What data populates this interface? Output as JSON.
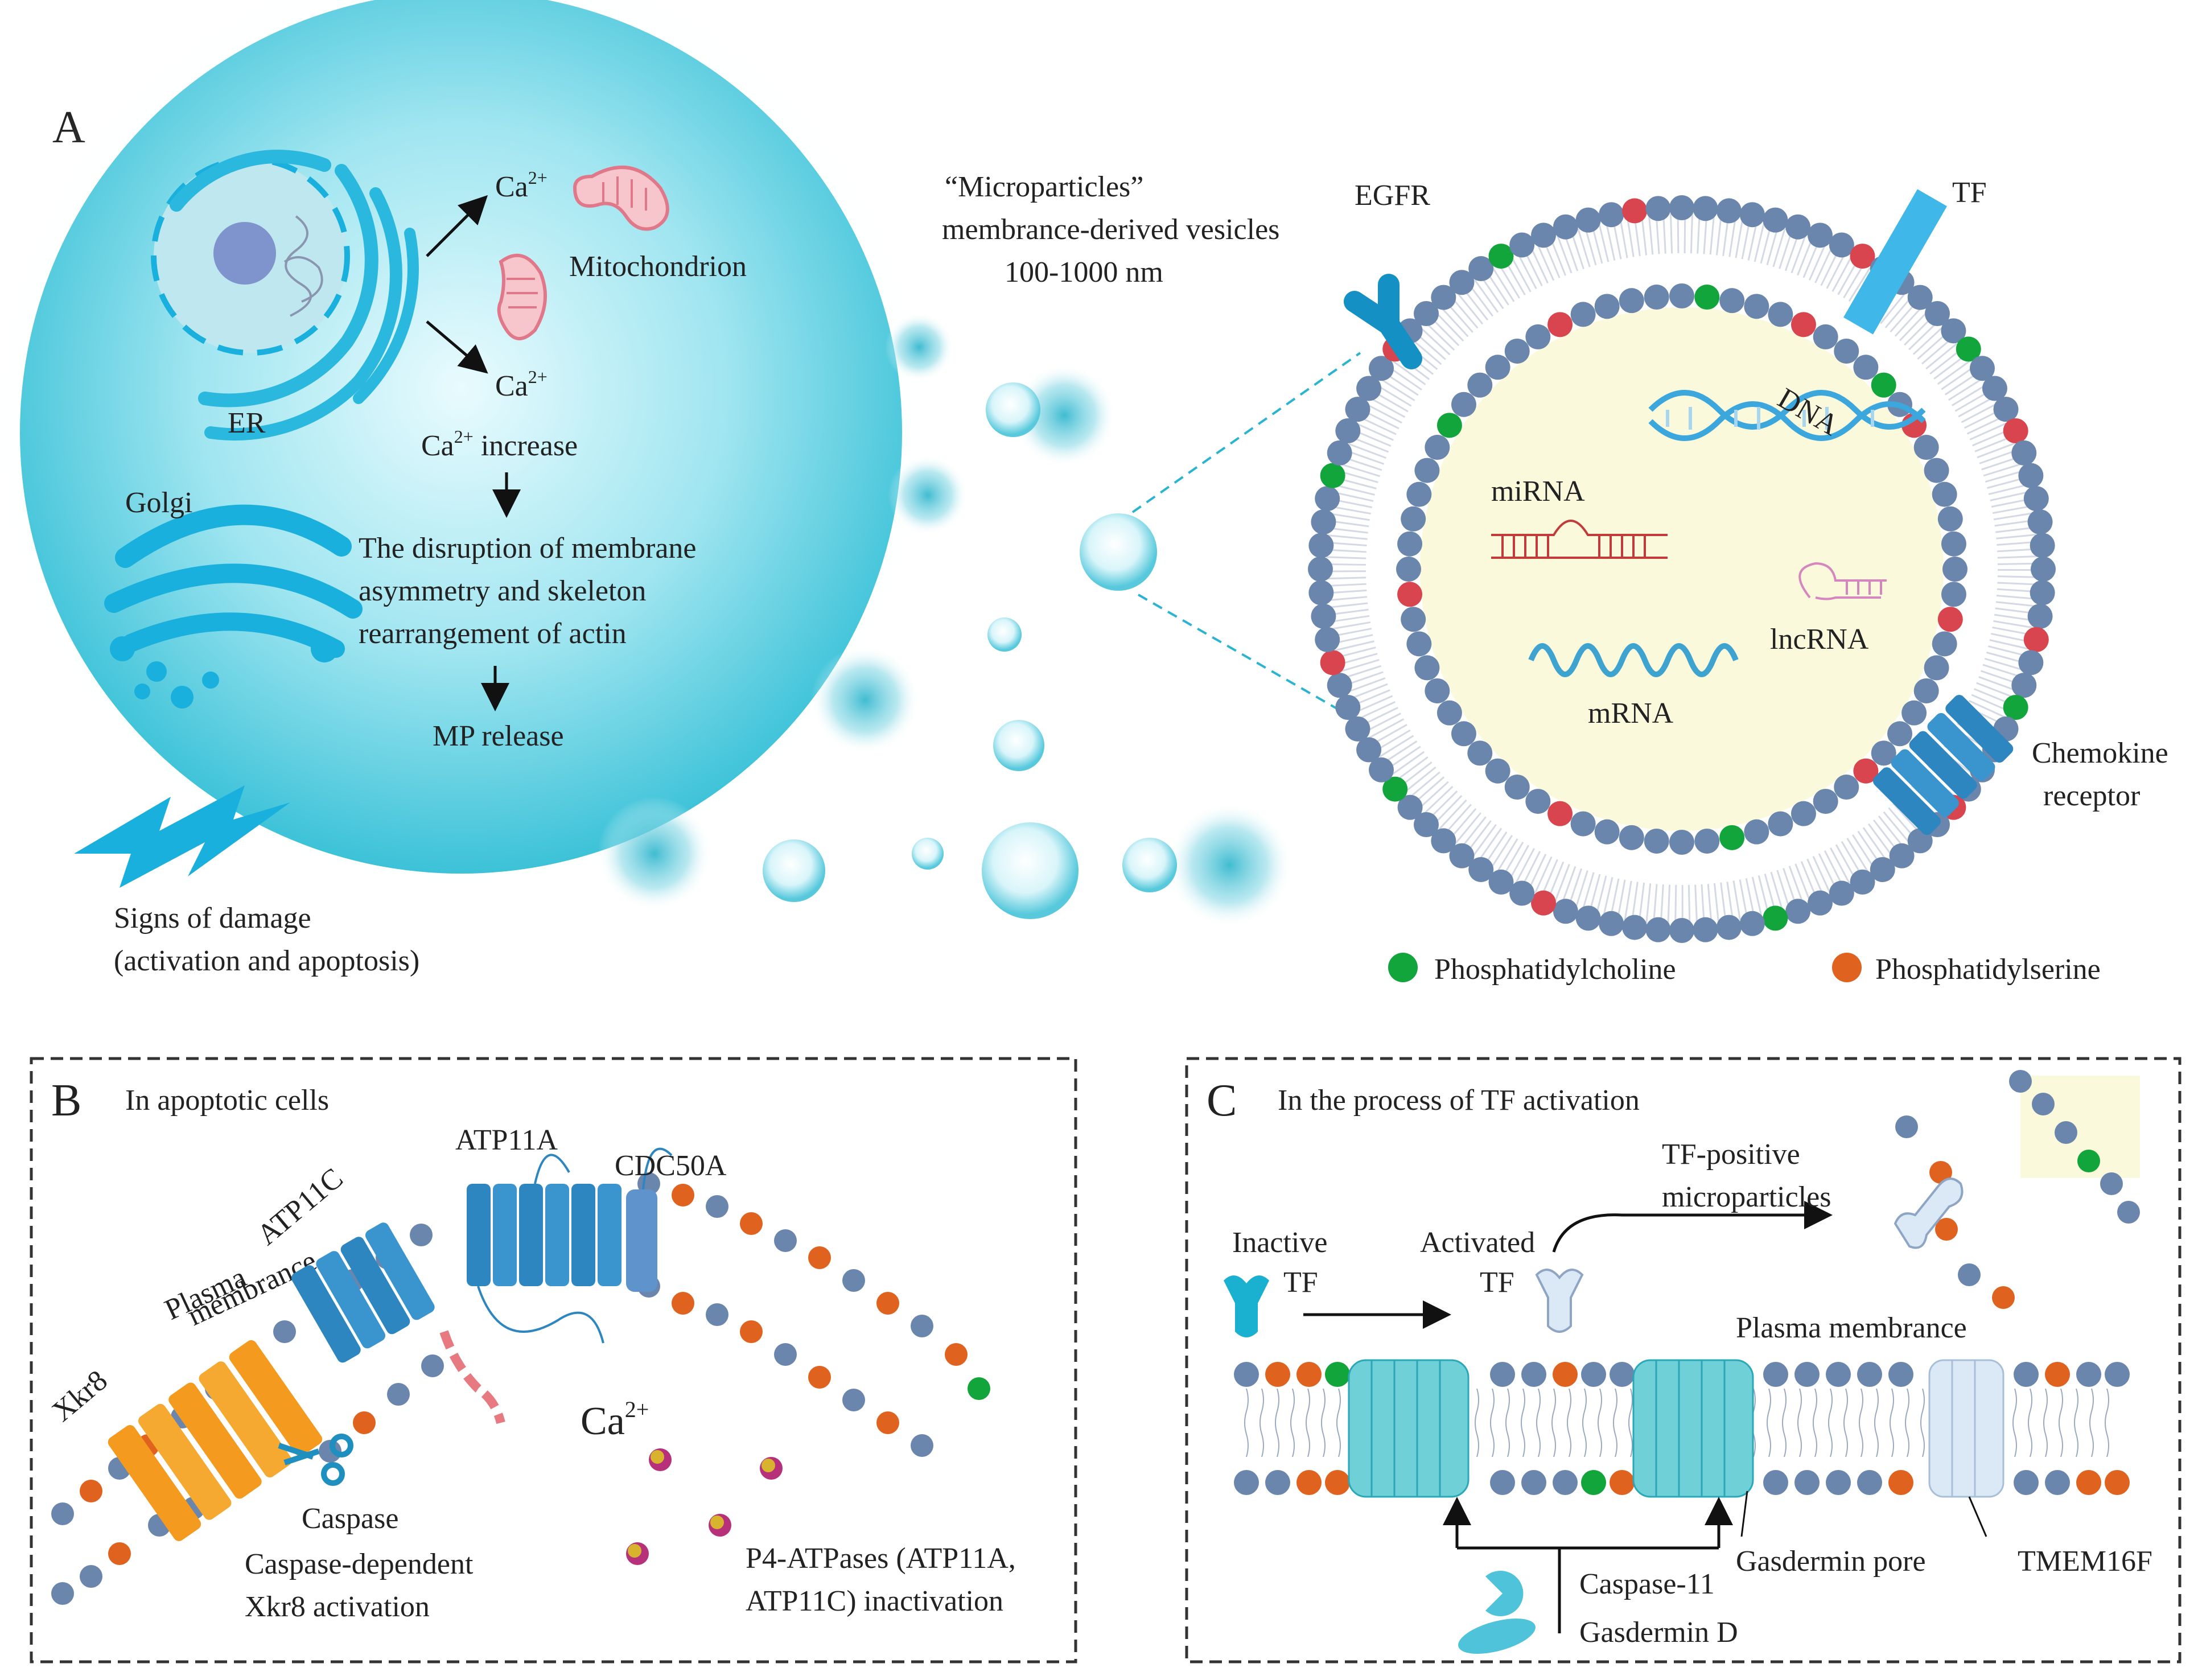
{
  "colors": {
    "cell": "#5fd4e6",
    "organelle": "#1ab0dd",
    "lipid_head": "#6b86ad",
    "phosphatidylcholine": "#12a53c",
    "phosphatidylserine": "#e0621f",
    "membrane_red": "#d9454e",
    "vesicle_lumen": "#fbf9dc",
    "transporter_blue": "#2d86c0",
    "xkr8_orange": "#f39a1f",
    "gasdermin": "#6fd0d8"
  },
  "panelA": {
    "label": "A",
    "nucleus_label": "ER",
    "golgi_label": "Golgi",
    "ca_top": "Ca",
    "ca_top_sup": "2+",
    "ca_bottom": "Ca",
    "ca_bottom_sup": "2+",
    "mitochondrion_label": "Mitochondrion",
    "ca_increase": "Ca",
    "ca_increase_sup": "2+",
    "ca_increase_suffix": " increase",
    "disruption_line1": "The disruption of membrane",
    "disruption_line2": "asymmetry and skeleton",
    "disruption_line3": "rearrangement of actin",
    "mp_release": "MP release",
    "damage_line1": "Signs of damage",
    "damage_line2": "(activation and apoptosis)",
    "mp_title_line1": "“Microparticles”",
    "mp_title_line2": "membrance-derived vesicles",
    "mp_title_line3": "100-1000 nm",
    "egfr": "EGFR",
    "tf": "TF",
    "dna": "DNA",
    "mirna": "miRNA",
    "lncrna": "lncRNA",
    "mrna": "mRNA",
    "chemokine_line1": "Chemokine",
    "chemokine_line2": "receptor",
    "legend_pc": "Phosphatidylcholine",
    "legend_ps": "Phosphatidylserine"
  },
  "panelB": {
    "label": "B",
    "title": "In apoptotic cells",
    "xkr8": "Xkr8",
    "plasma_line1": "Plasma",
    "plasma_line2": "membrance",
    "atp11c": "ATP11C",
    "atp11a": "ATP11A",
    "cdc50a": "CDC50A",
    "ca": "Ca",
    "ca_sup": "2+",
    "caspase": "Caspase",
    "caspase_dep_line1": "Caspase-dependent",
    "caspase_dep_line2": "Xkr8 activation",
    "p4_line1": "P4-ATPases (ATP11A,",
    "p4_line2": "ATP11C) inactivation"
  },
  "panelC": {
    "label": "C",
    "title": "In the process of TF activation",
    "tf_positive_line1": "TF-positive",
    "tf_positive_line2": "microparticles",
    "inactive_line1": "Inactive",
    "inactive_line2": "TF",
    "activated_line1": "Activated",
    "activated_line2": "TF",
    "plasma_membrance": "Plasma membrance",
    "caspase11": "Caspase-11",
    "gasdermin_d": "Gasdermin D",
    "gasdermin_pore": "Gasdermin pore",
    "tmem16f": "TMEM16F"
  }
}
